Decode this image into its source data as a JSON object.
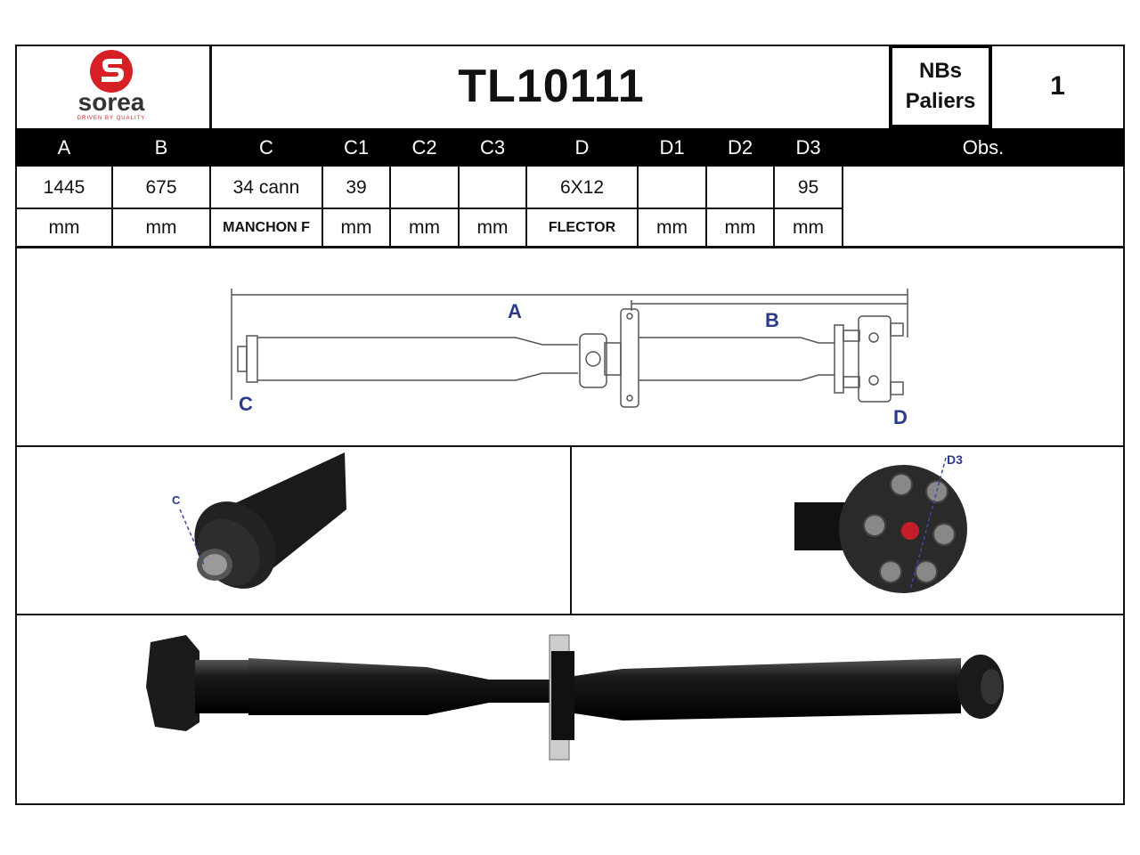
{
  "brand": {
    "name": "sorea",
    "tagline": "DRIVEN BY QUALITY",
    "colors": {
      "red": "#d71f26",
      "text": "#333333"
    }
  },
  "part_number": "TL10111",
  "bearings": {
    "label_line1": "NBs",
    "label_line2": "Paliers",
    "value": "1"
  },
  "columns": [
    "A",
    "B",
    "C",
    "C1",
    "C2",
    "C3",
    "D",
    "D1",
    "D2",
    "D3",
    "Obs."
  ],
  "values": [
    "1445",
    "675",
    "34 cann",
    "39",
    "",
    "",
    "6X12",
    "",
    "",
    "95",
    ""
  ],
  "units": [
    "mm",
    "mm",
    "MANCHON F",
    "mm",
    "mm",
    "mm",
    "FLECTOR",
    "mm",
    "mm",
    "mm",
    ""
  ],
  "diagram": {
    "labels": {
      "a": "A",
      "b": "B",
      "c": "C",
      "d": "D"
    }
  },
  "photo_labels": {
    "c": "C",
    "d3": "D3"
  }
}
